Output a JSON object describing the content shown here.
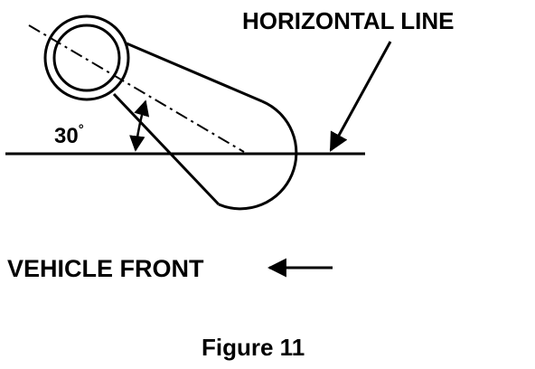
{
  "diagram": {
    "horizontal_line_label": "HORIZONTAL LINE",
    "angle_value": "30",
    "angle_unit": "°",
    "vehicle_front_label": "VEHICLE FRONT",
    "figure_caption": "Figure 11"
  },
  "colors": {
    "ink": "#000000",
    "background": "#ffffff"
  }
}
